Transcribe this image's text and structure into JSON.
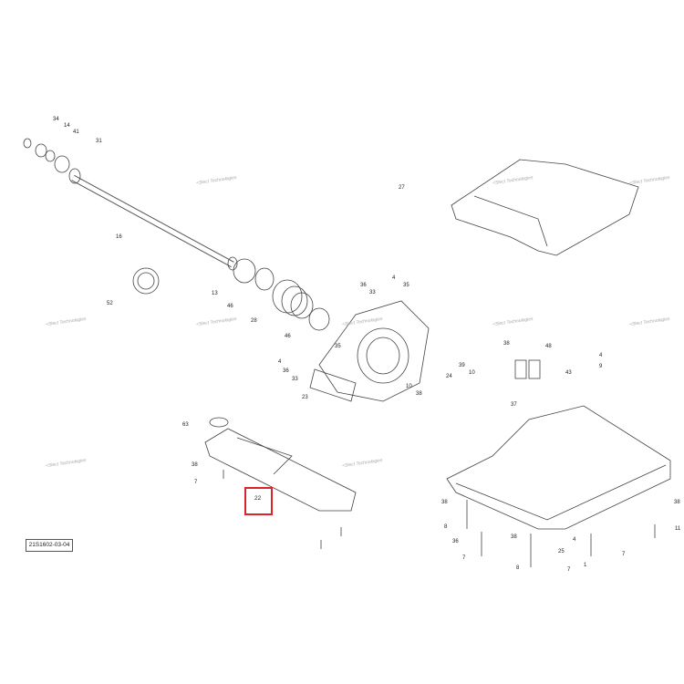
{
  "reference_code": "21S1602-03-04",
  "highlighted_part": "22",
  "watermark_text": "<Slect Technologies",
  "accent_color": "#d8252c",
  "callouts": [
    "34",
    "14",
    "41",
    "31",
    "16",
    "27",
    "13",
    "46",
    "28",
    "52",
    "36",
    "4",
    "35",
    "33",
    "46",
    "35",
    "4",
    "36",
    "33",
    "23",
    "39",
    "38",
    "48",
    "4",
    "9",
    "43",
    "24",
    "10",
    "38",
    "10",
    "37",
    "63",
    "38",
    "7",
    "22",
    "38",
    "8",
    "36",
    "7",
    "38",
    "4",
    "25",
    "8",
    "7",
    "1",
    "7",
    "11",
    "38"
  ]
}
